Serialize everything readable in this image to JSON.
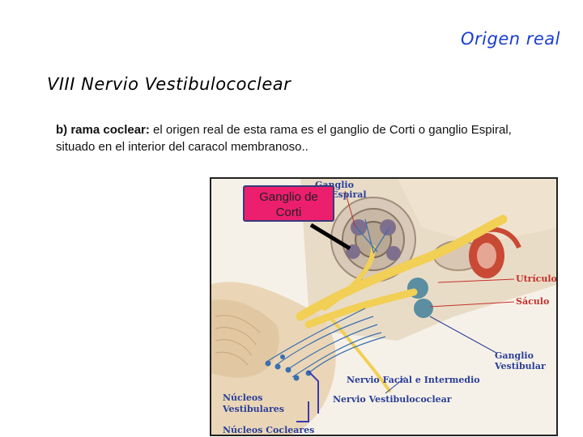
{
  "header": {
    "corner_title": "Origen real"
  },
  "main": {
    "title": "VIII Nervio Vestibulococlear",
    "paragraph": {
      "bold_lead": "b) rama coclear:",
      "rest": " el origen real de esta rama es el ganglio de Corti o ganglio Espiral, situado en el interior del caracol membranoso.."
    }
  },
  "figure": {
    "callout": {
      "line1": "Ganglio de",
      "line2": "Corti"
    },
    "labels": {
      "ganglio_espiral_top": "Ganglio",
      "ganglio_espiral_bottom": "Espiral",
      "utriculo": "Utrículo",
      "saculo": "Sáculo",
      "ganglio_vestibular_1": "Ganglio",
      "ganglio_vestibular_2": "Vestibular",
      "nervio_facial": "Nervio Facial e Intermedio",
      "nervio_vestibulococlear": "Nervio Vestibulococlear",
      "nucleos_vest_1": "Núcleos",
      "nucleos_vest_2": "Vestibulares",
      "nucleos_cocleares": "Núcleos Cocleares"
    },
    "colors": {
      "label_blue": "#2a3f9a",
      "label_red": "#c4302b",
      "nerve_yellow": "#f2cf55",
      "callout_pink": "#ec1e6e"
    }
  }
}
